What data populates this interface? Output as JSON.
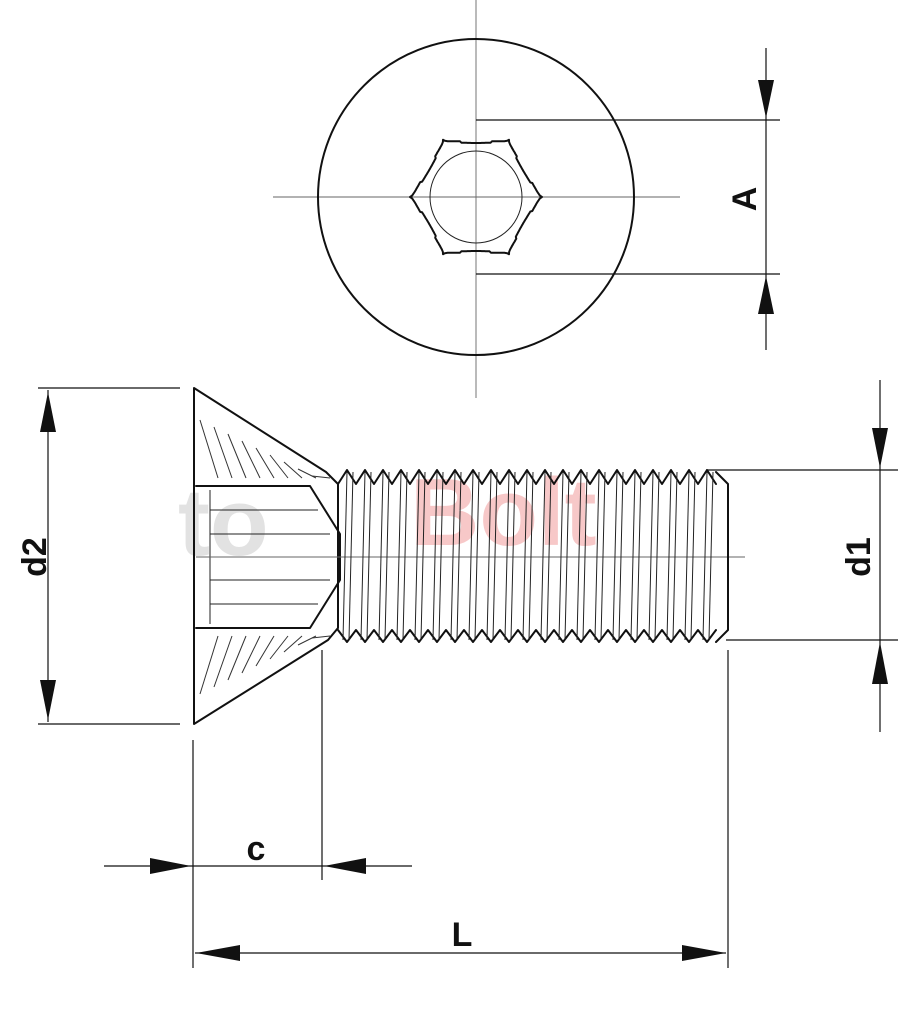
{
  "labels": {
    "A": "A",
    "d1": "d1",
    "d2": "d2",
    "c": "c",
    "L": "L"
  },
  "watermark": {
    "grey_part": "to",
    "red_part": "Bolt"
  },
  "colors": {
    "line": "#111111",
    "watermark_grey": "#cccccc",
    "watermark_red": "#f3b6b6"
  }
}
